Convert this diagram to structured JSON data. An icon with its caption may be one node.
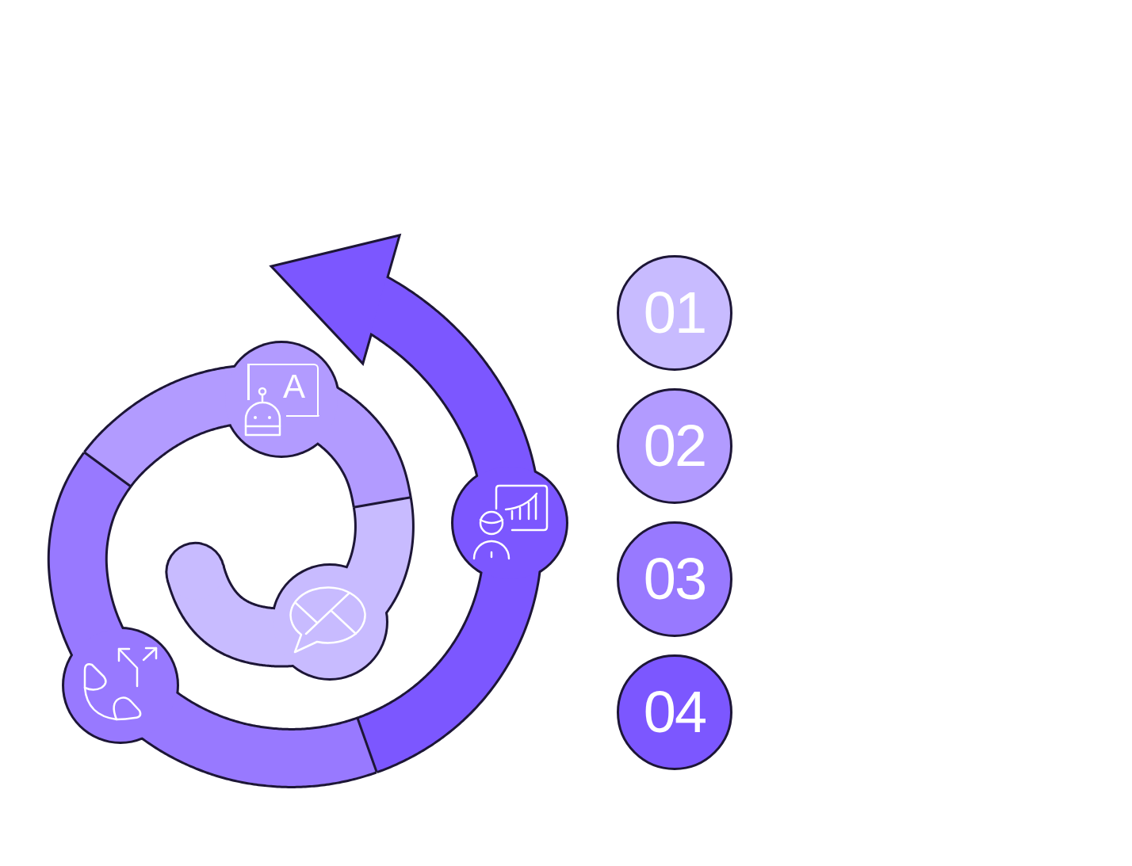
{
  "diagram": {
    "nodes": [
      {
        "text": [
          "01"
        ]
      },
      {
        "text": [
          "02"
        ]
      },
      {
        "text": [
          "03"
        ]
      },
      {
        "text": [
          "04"
        ]
      }
    ],
    "labels": [
      "A"
    ]
  }
}
